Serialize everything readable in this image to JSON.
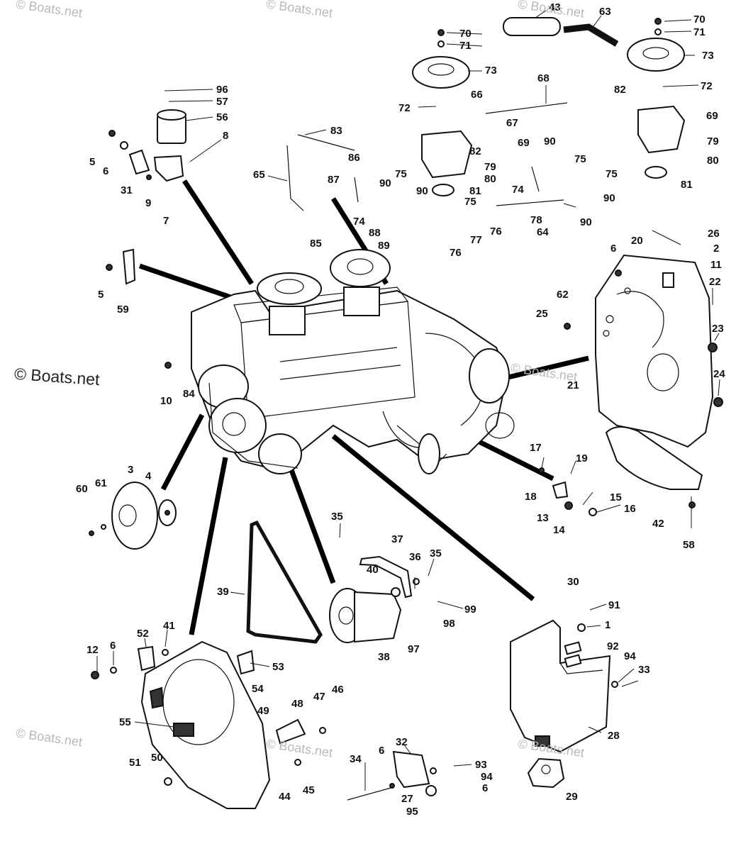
{
  "watermark": {
    "main": "© Boats.net",
    "faint": "© Boats.net"
  },
  "callouts": {
    "c1": "1",
    "c2": "2",
    "c3": "3",
    "c4": "4",
    "c5a": "5",
    "c5b": "5",
    "c6a": "6",
    "c6b": "6",
    "c6c": "6",
    "c6d": "6",
    "c6e": "6",
    "c7": "7",
    "c8": "8",
    "c9": "9",
    "c10": "10",
    "c11": "11",
    "c12": "12",
    "c13": "13",
    "c14": "14",
    "c15": "15",
    "c16": "16",
    "c17": "17",
    "c18": "18",
    "c19": "19",
    "c20": "20",
    "c21": "21",
    "c22": "22",
    "c23": "23",
    "c24": "24",
    "c25": "25",
    "c26": "26",
    "c27": "27",
    "c28": "28",
    "c29": "29",
    "c30": "30",
    "c31": "31",
    "c32": "32",
    "c33": "33",
    "c34": "34",
    "c35a": "35",
    "c35b": "35",
    "c36": "36",
    "c37": "37",
    "c38": "38",
    "c39": "39",
    "c40": "40",
    "c41": "41",
    "c42": "42",
    "c43": "43",
    "c44": "44",
    "c45": "45",
    "c46": "46",
    "c47": "47",
    "c48": "48",
    "c49": "49",
    "c50": "50",
    "c51": "51",
    "c52": "52",
    "c53": "53",
    "c54": "54",
    "c55": "55",
    "c56": "56",
    "c57": "57",
    "c58": "58",
    "c59": "59",
    "c60": "60",
    "c61": "61",
    "c62": "62",
    "c63": "63",
    "c64": "64",
    "c65": "65",
    "c66": "66",
    "c67": "67",
    "c68": "68",
    "c69a": "69",
    "c69b": "69",
    "c70a": "70",
    "c70b": "70",
    "c71a": "71",
    "c71b": "71",
    "c72a": "72",
    "c72b": "72",
    "c73a": "73",
    "c73b": "73",
    "c74a": "74",
    "c74b": "74",
    "c75a": "75",
    "c75b": "75",
    "c75c": "75",
    "c75d": "75",
    "c76a": "76",
    "c76b": "76",
    "c77": "77",
    "c78": "78",
    "c79a": "79",
    "c79b": "79",
    "c80a": "80",
    "c80b": "80",
    "c81a": "81",
    "c81b": "81",
    "c82a": "82",
    "c82b": "82",
    "c83": "83",
    "c84": "84",
    "c85": "85",
    "c86": "86",
    "c87": "87",
    "c88": "88",
    "c89": "89",
    "c90a": "90",
    "c90b": "90",
    "c90c": "90",
    "c90d": "90",
    "c90e": "90",
    "c91": "91",
    "c92": "92",
    "c93": "93",
    "c94a": "94",
    "c94b": "94",
    "c95": "95",
    "c96": "96",
    "c97": "97",
    "c98": "98",
    "c99": "99"
  }
}
